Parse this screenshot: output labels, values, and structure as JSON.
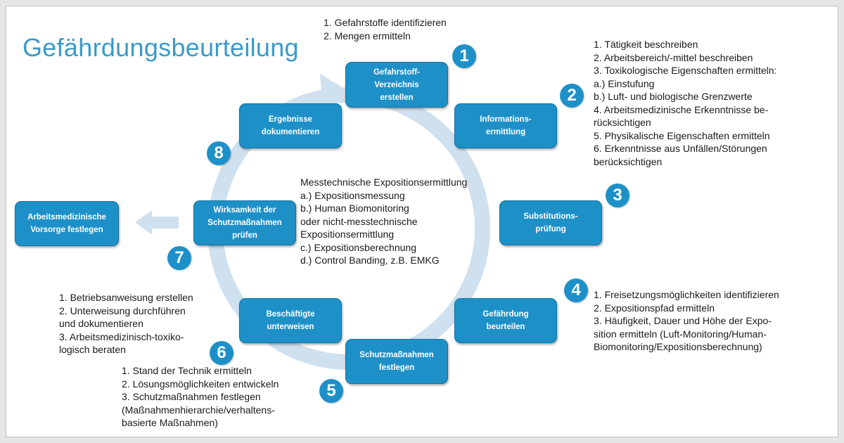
{
  "title": "Gefährdungsbeurteilung",
  "colors": {
    "box": "#1e90c8",
    "ring": "#cfe0ef",
    "title": "#3a9bc8"
  },
  "steps": [
    {
      "label": "Gefahrstoff-\nVerzeichnis\nerstellen",
      "number": "1"
    },
    {
      "label": "Informations-\nermittlung",
      "number": "2"
    },
    {
      "label": "Substitutions-\nprüfung",
      "number": "3"
    },
    {
      "label": "Gefährdung\nbeurteilen",
      "number": "4"
    },
    {
      "label": "Schutzmaßnahmen\nfestlegen",
      "number": "5"
    },
    {
      "label": "Beschäftigte\nunterweisen",
      "number": "6"
    },
    {
      "label": "Wirksamkeit der\nSchutzmaßnahmen\nprüfen",
      "number": "7"
    },
    {
      "label": "Ergebnisse\ndokumentieren",
      "number": "8"
    }
  ],
  "side_box": {
    "label": "Arbeitsmedizinische\nVorsorge festlegen"
  },
  "notes": {
    "step1": [
      "1. Gefahrstoffe identifizieren",
      "2. Mengen ermitteln"
    ],
    "step2": [
      "1. Tätigkeit beschreiben",
      "2. Arbeitsbereich/-mittel beschreiben",
      "3. Toxikologische Eigenschaften ermitteln:",
      "a.) Einstufung",
      "b.) Luft- und biologische Grenzwerte",
      "4. Arbeitsmedizinische Erkenntnisse be-",
      "rücksichtigen",
      "5. Physikalische Eigenschaften ermitteln",
      "6. Erkenntnisse aus Unfällen/Störungen",
      "berücksichtigen"
    ],
    "center": [
      "Messtechnische Expositionsermittlung",
      "a.) Expositionsmessung",
      "b.) Human Biomonitoring",
      "oder nicht-messtechnische",
      "Expositionsermittlung",
      "c.) Expositionsberechnung",
      "d.) Control Banding, z.B. EMKG"
    ],
    "step4": [
      "1. Freisetzungsmöglichkeiten identifizieren",
      "2. Expositionspfad ermitteln",
      "3. Häufigkeit, Dauer und Höhe der Expo-",
      "sition ermitteln (Luft-Monitoring/Human-",
      "Biomonitoring/Expositionsberechnung)"
    ],
    "step5": [
      "1. Stand der Technik ermitteln",
      "2. Lösungsmöglichkeiten entwickeln",
      "3. Schutzmaßnahmen festlegen",
      "(Maßnahmenhierarchie/verhaltens-",
      "basierte Maßnahmen)"
    ],
    "step6": [
      "1. Betriebsanweisung erstellen",
      "2. Unterweisung durchführen",
      "und dokumentieren",
      "3. Arbeitsmedizinisch-toxiko-",
      "logisch beraten"
    ]
  }
}
